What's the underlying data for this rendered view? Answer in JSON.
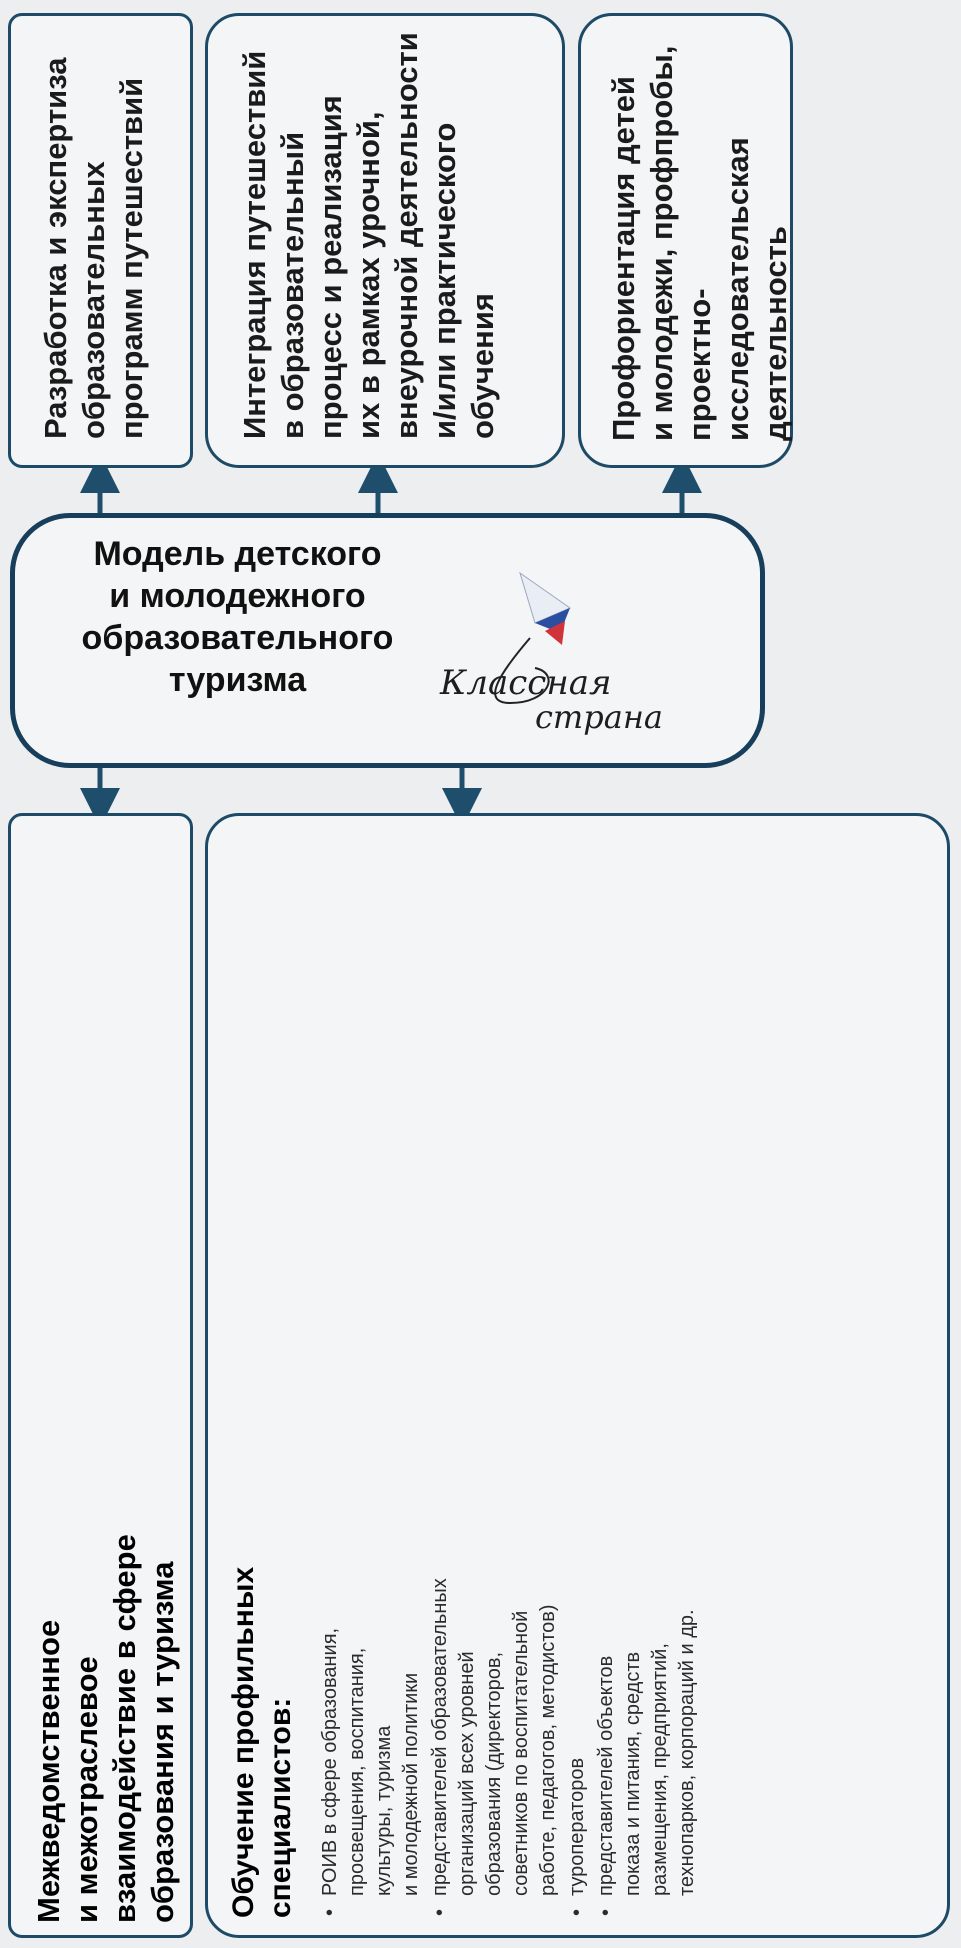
{
  "center": {
    "title_lines": [
      "Модель детского",
      "и молодежного",
      "образовательного",
      "туризма"
    ],
    "logo_text_1": "Классная",
    "logo_text_2": "страна"
  },
  "boxes": {
    "expertise": [
      "Разработка и экспертиза",
      "образовательных",
      "программ путешествий"
    ],
    "integration": [
      "Интеграция путешествий",
      "в образовательный",
      "процесс и реализация",
      "их в рамках урочной,",
      "внеурочной деятельности",
      "и/или практического",
      "обучения"
    ],
    "career": [
      "Профориентация детей",
      "и молодежи, профпробы,",
      "проектно-исследовательская",
      "деятельность"
    ],
    "interagency": [
      "Межведомственное",
      "и межотраслевое",
      "взаимодействие в сфере",
      "образования и туризма"
    ]
  },
  "training": {
    "title_lines": [
      "Обучение профильных",
      "специалистов:"
    ],
    "items": [
      [
        "РОИВ в сфере образования,",
        "просвещения, воспитания,",
        "культуры, туризма",
        "и молодежной политики"
      ],
      [
        "представителей образовательных",
        "организаций всех уровней",
        "образования (директоров,",
        "советников по воспитательной",
        "работе, педагогов, методистов)"
      ],
      [
        "туроператоров"
      ],
      [
        "представителей объектов",
        "показа и питания, средств",
        "размещения, предприятий,",
        "технопарков, корпораций и др."
      ]
    ]
  },
  "colors": {
    "border": "#1d4a67",
    "arrow": "#1f4d6c",
    "logo_blue": "#2a4fa0",
    "logo_red": "#d0343a"
  }
}
